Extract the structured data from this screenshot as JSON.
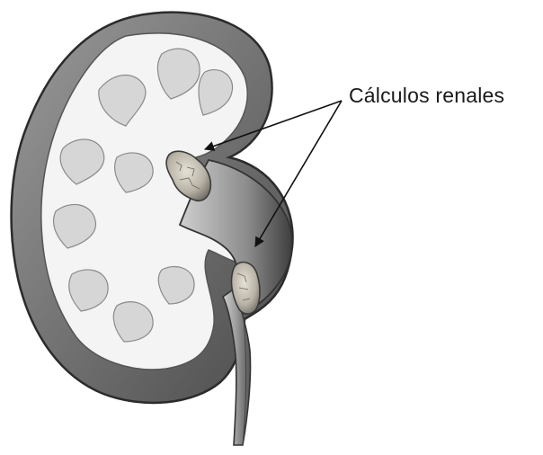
{
  "diagram": {
    "callout_label": "Cálculos renales",
    "colors": {
      "outline": "#2b2b2b",
      "cortex_shadow": "#5e5e5e",
      "pelvis_fill": "#8a8a8a",
      "stone_fill": "#b8b2a6",
      "arrow": "#111111"
    },
    "icons": [
      "kidney-illustration",
      "kidney-stone-upper",
      "kidney-stone-lower",
      "arrow-upper",
      "arrow-lower"
    ]
  }
}
